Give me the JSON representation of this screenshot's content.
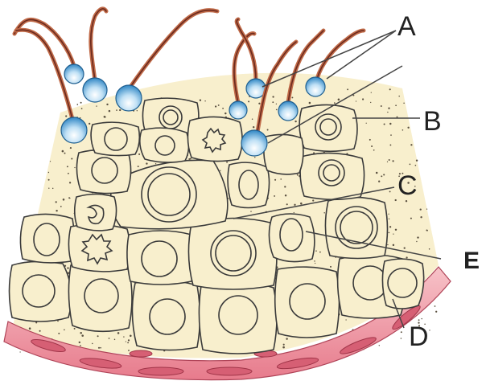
{
  "labels": {
    "a": "A",
    "b": "B",
    "c": "C",
    "d": "D",
    "e": "E"
  },
  "colors": {
    "tissue": "#f8efcd",
    "cell_outline": "#3a3a3a",
    "sperm_head": "#2f86c4",
    "sperm_tail": "#8a3a2a",
    "basement": "#e98a97",
    "basement_dark": "#c24a5c"
  }
}
